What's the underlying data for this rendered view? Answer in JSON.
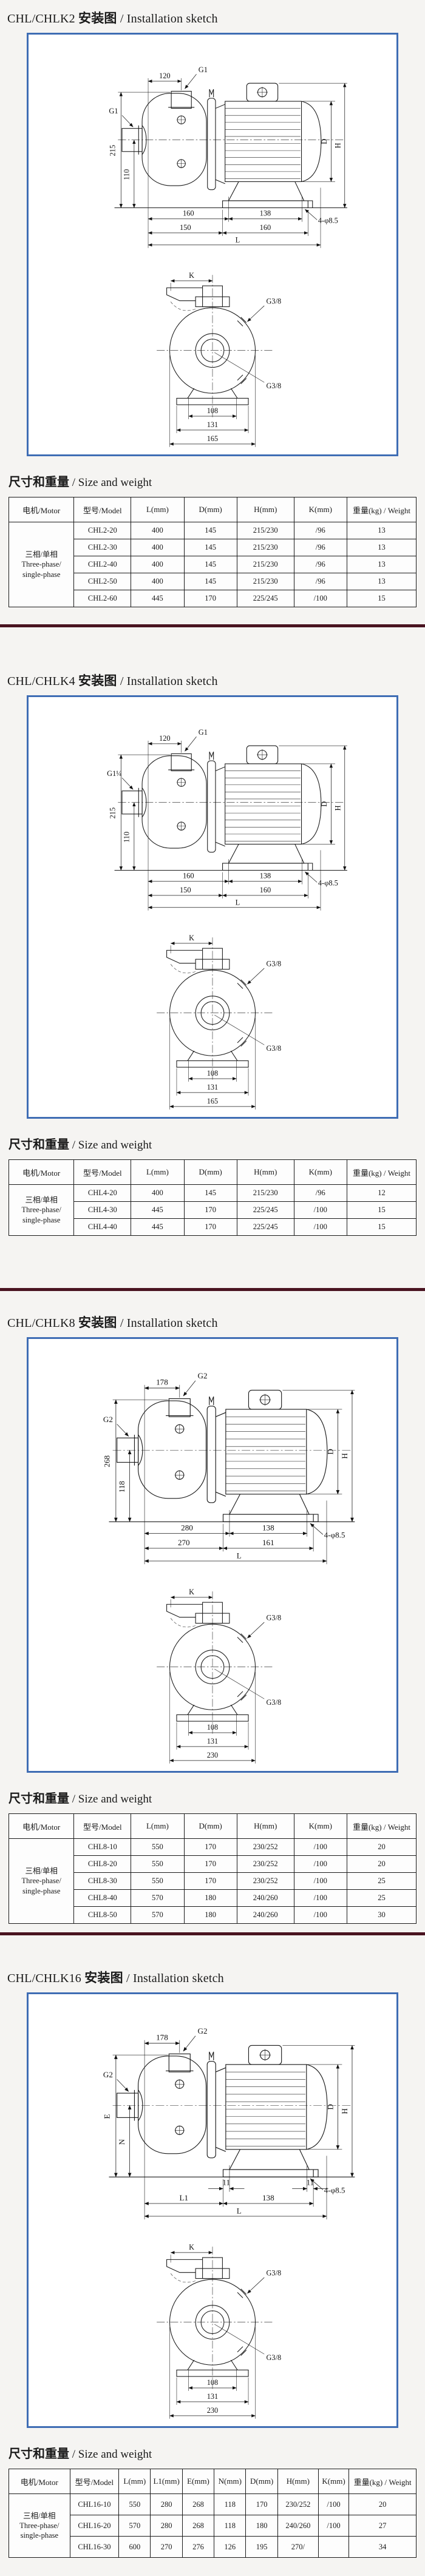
{
  "page": {
    "frame_border_color": "#3f6db4",
    "separator_color": "#4a1421",
    "background_color": "#f5f4f2"
  },
  "sections": [
    {
      "title_model": "CHL/CHLK2",
      "title_zh": "安装图",
      "title_en": "/ Installation sketch",
      "side": {
        "top_dim": "120",
        "port_top": "G1",
        "port_left": "G1",
        "left_outer": "215",
        "left_inner": "110",
        "d_label": "D",
        "h_label": "H",
        "row1a": "160",
        "row1b": "138",
        "row2a": "150",
        "row2b": "160",
        "row3": "L",
        "holes_note": "4-φ8.5"
      },
      "front": {
        "k_label": "K",
        "plug_top": "G3/8",
        "plug_bottom": "G3/8",
        "b1": "108",
        "b2": "131",
        "b3": "165"
      },
      "sw_zh": "尺寸和重量",
      "sw_en": "/ Size and weight",
      "table": {
        "headers": [
          "电机/Motor",
          "型号/Model",
          "L(mm)",
          "D(mm)",
          "H(mm)",
          "K(mm)",
          "重量(kg) / Weight"
        ],
        "motor_lines": [
          "三相/单相",
          "Three-phase/",
          "single-phase"
        ],
        "rows": [
          [
            "CHL2-20",
            "400",
            "145",
            "215/230",
            "/96",
            "13"
          ],
          [
            "CHL2-30",
            "400",
            "145",
            "215/230",
            "/96",
            "13"
          ],
          [
            "CHL2-40",
            "400",
            "145",
            "215/230",
            "/96",
            "13"
          ],
          [
            "CHL2-50",
            "400",
            "145",
            "215/230",
            "/96",
            "13"
          ],
          [
            "CHL2-60",
            "445",
            "170",
            "225/245",
            "/100",
            "15"
          ]
        ]
      }
    },
    {
      "title_model": "CHL/CHLK4",
      "title_zh": "安装图",
      "title_en": "/ Installation sketch",
      "side": {
        "top_dim": "120",
        "port_top": "G1",
        "port_left": "G1¼",
        "left_outer": "215",
        "left_inner": "110",
        "d_label": "D",
        "h_label": "H",
        "row1a": "160",
        "row1b": "138",
        "row2a": "150",
        "row2b": "160",
        "row3": "L",
        "holes_note": "4-φ8.5"
      },
      "front": {
        "k_label": "K",
        "plug_top": "G3/8",
        "plug_bottom": "G3/8",
        "b1": "108",
        "b2": "131",
        "b3": "165"
      },
      "sw_zh": "尺寸和重量",
      "sw_en": "/ Size and weight",
      "table": {
        "headers": [
          "电机/Motor",
          "型号/Model",
          "L(mm)",
          "D(mm)",
          "H(mm)",
          "K(mm)",
          "重量(kg) / Weight"
        ],
        "motor_lines": [
          "三相/单相",
          "Three-phase/",
          "single-phase"
        ],
        "rows": [
          [
            "CHL4-20",
            "400",
            "145",
            "215/230",
            "/96",
            "12"
          ],
          [
            "CHL4-30",
            "445",
            "170",
            "225/245",
            "/100",
            "15"
          ],
          [
            "CHL4-40",
            "445",
            "170",
            "225/245",
            "/100",
            "15"
          ]
        ]
      }
    },
    {
      "title_model": "CHL/CHLK8",
      "title_zh": "安装图",
      "title_en": "/ Installation sketch",
      "side": {
        "top_dim": "178",
        "port_top": "G2",
        "port_left": "G2",
        "left_outer": "268",
        "left_inner": "118",
        "d_label": "D",
        "h_label": "H",
        "row1a": "280",
        "row1b": "138",
        "row2a": "270",
        "row2b": "161",
        "row3": "L",
        "holes_note": "4-φ8.5"
      },
      "front": {
        "k_label": "K",
        "plug_top": "G3/8",
        "plug_bottom": "G3/8",
        "b1": "108",
        "b2": "131",
        "b3": "230"
      },
      "sw_zh": "尺寸和重量",
      "sw_en": "/ Size and weight",
      "table": {
        "headers": [
          "电机/Motor",
          "型号/Model",
          "L(mm)",
          "D(mm)",
          "H(mm)",
          "K(mm)",
          "重量(kg) / Weight"
        ],
        "motor_lines": [
          "三相/单相",
          "Three-phase/",
          "single-phase"
        ],
        "rows": [
          [
            "CHL8-10",
            "550",
            "170",
            "230/252",
            "/100",
            "20"
          ],
          [
            "CHL8-20",
            "550",
            "170",
            "230/252",
            "/100",
            "20"
          ],
          [
            "CHL8-30",
            "550",
            "170",
            "230/252",
            "/100",
            "25"
          ],
          [
            "CHL8-40",
            "570",
            "180",
            "240/260",
            "/100",
            "25"
          ],
          [
            "CHL8-50",
            "570",
            "180",
            "240/260",
            "/100",
            "30"
          ]
        ]
      }
    },
    {
      "title_model": "CHL/CHLK16",
      "title_zh": "安装图",
      "title_en": "/ Installation sketch",
      "side": {
        "top_dim": "178",
        "port_top": "G2",
        "port_left": "G2",
        "left_outer": "E",
        "left_inner": "N",
        "d_label": "D",
        "h_label": "H",
        "row1a": "11",
        "row1b": "11",
        "row2a": "L1",
        "row2b": "138",
        "row3": "L",
        "holes_note": "4-φ8.5"
      },
      "front": {
        "k_label": "K",
        "plug_top": "G3/8",
        "plug_bottom": "G3/8",
        "b1": "108",
        "b2": "131",
        "b3": "230"
      },
      "sw_zh": "尺寸和重量",
      "sw_en": "/ Size and weight",
      "table": {
        "headers": [
          "电机/Motor",
          "型号/Model",
          "L(mm)",
          "L1(mm)",
          "E(mm)",
          "N(mm)",
          "D(mm)",
          "H(mm)",
          "K(mm)",
          "重量(kg) / Weight"
        ],
        "motor_lines": [
          "三相/单相",
          "Three-phase/",
          "single-phase"
        ],
        "rows": [
          [
            "CHL16-10",
            "550",
            "280",
            "268",
            "118",
            "170",
            "230/252",
            "/100",
            "20"
          ],
          [
            "CHL16-20",
            "570",
            "280",
            "268",
            "118",
            "180",
            "240/260",
            "/100",
            "27"
          ],
          [
            "CHL16-30",
            "600",
            "270",
            "276",
            "126",
            "195",
            "270/",
            "",
            "34"
          ]
        ]
      }
    }
  ]
}
